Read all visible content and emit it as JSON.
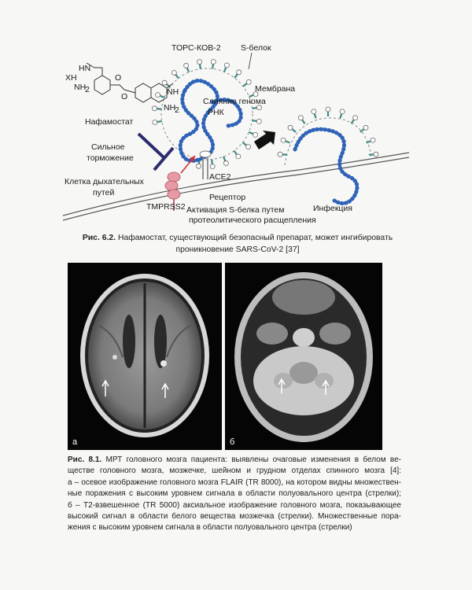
{
  "figure_6_2": {
    "labels": {
      "torc": "ТОРС-КОВ-2",
      "s_protein": "S-белок",
      "membrane": "Мембрана",
      "fusion": "Слияние генома",
      "rna": "РНК",
      "nafamostat": "Нафамостат",
      "strong_1": "Сильное",
      "strong_2": "торможение",
      "cell_1": "Клетка дыхательных",
      "cell_2": "путей",
      "ace2": "ACE2",
      "receptor": "Рецептор",
      "tmprss2": "TMPRSS2",
      "activation_1": "Активация S-белка путем",
      "activation_2": "протеолитического расщепления",
      "infection": "Инфекция",
      "chem_xh": "XH",
      "chem_hn": "HN",
      "chem_nh2": "NH",
      "chem_sub2": "2",
      "chem_nh": "NH",
      "chem_o": "O"
    },
    "caption": {
      "num": "Рис. 6.2.",
      "line1": "Нафамостат, существующий безопасный препарат, может ингибировать",
      "line2": "проникновение SARS-CoV-2 [37]"
    }
  },
  "figure_8_1": {
    "panel_a": "а",
    "panel_b": "б",
    "caption": {
      "num": "Рис. 8.1.",
      "lines": [
        "МРТ головного мозга пациента: выявлены очаговые изменения в белом ве-",
        "ществе головного мозга, мозжечке, шейном и грудном отделах спинного мозга [4]:",
        "а – осевое изображение головного мозга FLAIR (TR 8000), на котором видны множествен-",
        "ные поражения с высоким уровнем сигнала в области полуовального центра (стрелки);",
        "б – Т2-взвешенное (TR 5000) аксиальное изображение головного мозга, показывающее",
        "высокий сигнал в области белого вещества мозжечка (стрелки). Множественные пора-",
        "жения с высоким уровнем сигнала в области полуовального центра (стрелки)"
      ]
    }
  },
  "colors": {
    "virus_blue": "#2f63b8",
    "spike_teal": "#3f8a86",
    "inhibit_navy": "#2b2d6e",
    "tmprss_pink": "#e79aa6",
    "arrow_red": "#d3303a"
  }
}
